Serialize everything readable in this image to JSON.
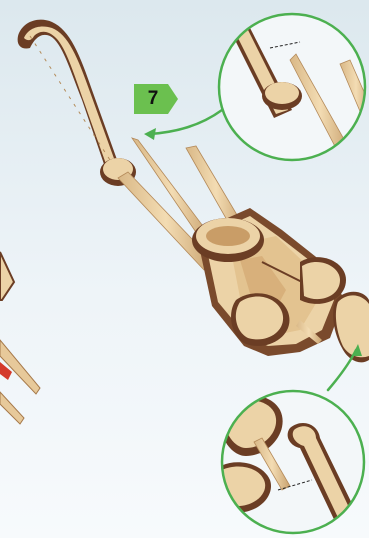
{
  "step": {
    "number": "7"
  },
  "colors": {
    "accent_green": "#4cb050",
    "badge_green": "#6bc04f",
    "wood_light": "#ecd3a7",
    "wood_dark": "#6b3d24",
    "background_top": "#dde9ef",
    "background_bottom": "#f6f9fb"
  },
  "icons": [
    "assembly-diagram",
    "step-badge",
    "detail-callout-top",
    "detail-callout-bottom",
    "callout-arrow"
  ]
}
